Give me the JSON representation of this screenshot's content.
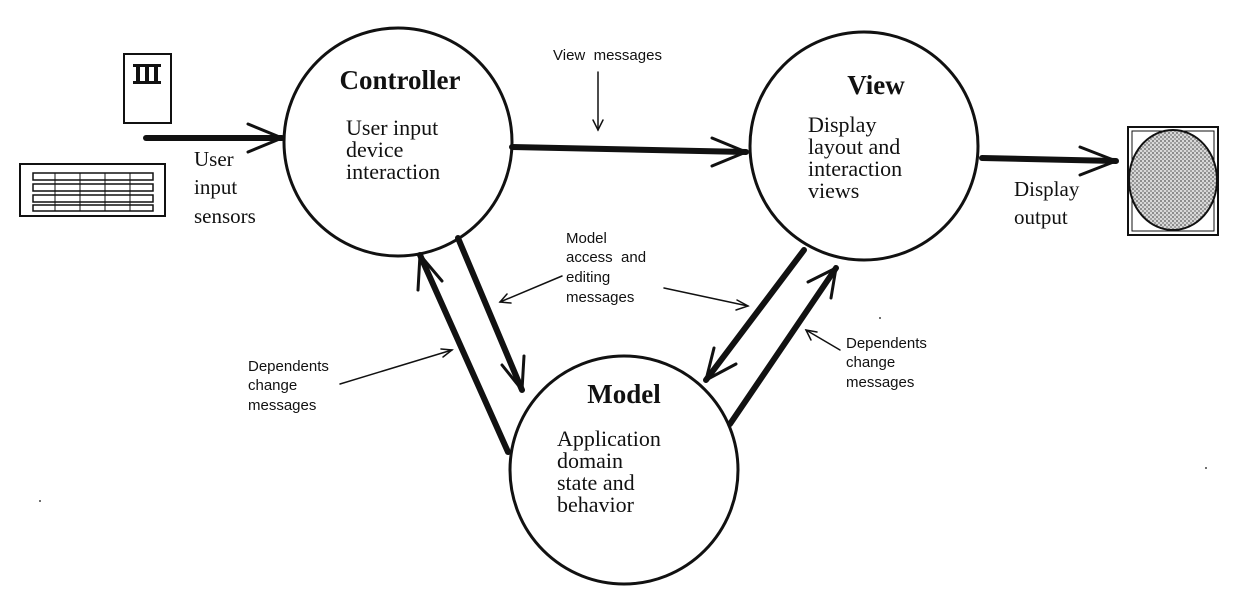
{
  "nodes": {
    "controller": {
      "title": "Controller",
      "lines": [
        "User input",
        "device",
        "interaction"
      ]
    },
    "view": {
      "title": "View",
      "lines": [
        "Display",
        "layout and",
        "interaction",
        "views"
      ]
    },
    "model": {
      "title": "Model",
      "lines": [
        "Application",
        "domain",
        "state and",
        "behavior"
      ]
    }
  },
  "labels": {
    "user_input_sensors": [
      "User",
      "input",
      "sensors"
    ],
    "display_output": [
      "Display",
      "output"
    ],
    "view_messages": "View  messages",
    "model_access": [
      "Model",
      "access  and",
      "editing",
      "messages"
    ],
    "dependents_left": [
      "Dependents",
      "change",
      "messages"
    ],
    "dependents_right": [
      "Dependents",
      "change",
      "messages"
    ]
  },
  "icons": {
    "input_device": "mouse-icon",
    "keyboard": "keyboard-icon",
    "display": "monitor-icon"
  }
}
